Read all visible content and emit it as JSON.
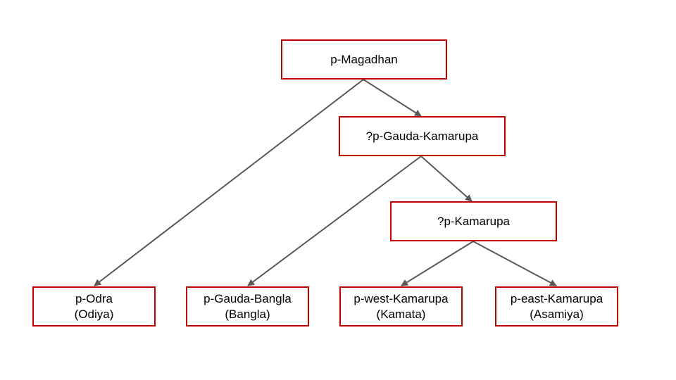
{
  "diagram": {
    "nodes": {
      "root": {
        "label": "p-Magadhan"
      },
      "gauda_kamarupa": {
        "label": "?p-Gauda-Kamarupa"
      },
      "kamarupa": {
        "label": "?p-Kamarupa"
      },
      "odra": {
        "label": "p-Odra",
        "sublabel": "(Odiya)"
      },
      "gauda_bangla": {
        "label": "p-Gauda-Bangla",
        "sublabel": "(Bangla)"
      },
      "west_kamarupa": {
        "label": "p-west-Kamarupa",
        "sublabel": "(Kamata)"
      },
      "east_kamarupa": {
        "label": "p-east-Kamarupa",
        "sublabel": "(Asamiya)"
      }
    },
    "edges": [
      {
        "from": "root",
        "to": "odra"
      },
      {
        "from": "root",
        "to": "gauda_kamarupa"
      },
      {
        "from": "gauda_kamarupa",
        "to": "gauda_bangla"
      },
      {
        "from": "gauda_kamarupa",
        "to": "kamarupa"
      },
      {
        "from": "kamarupa",
        "to": "west_kamarupa"
      },
      {
        "from": "kamarupa",
        "to": "east_kamarupa"
      }
    ],
    "colors": {
      "node_border": "#c00000",
      "edge": "#595959"
    }
  }
}
